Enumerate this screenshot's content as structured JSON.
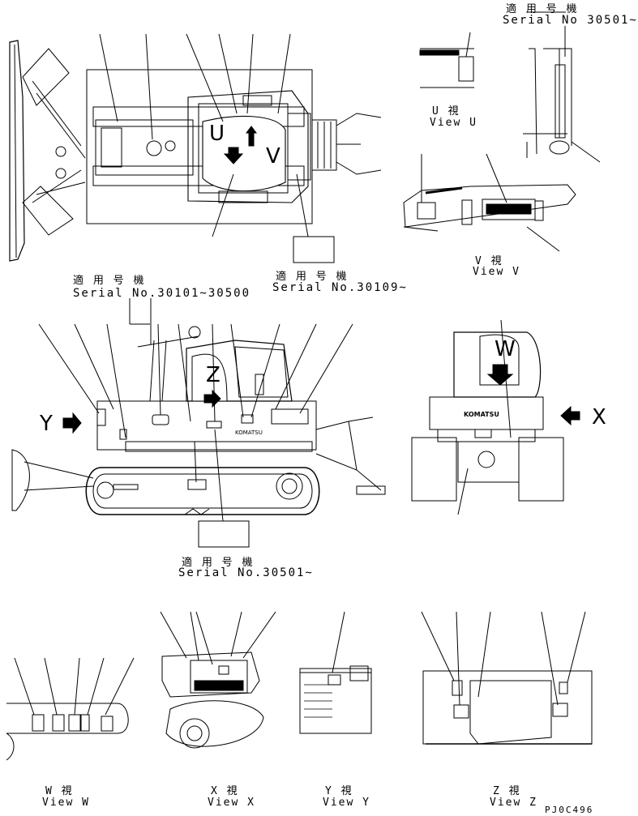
{
  "top_right_serial": {
    "jp": "適 用 号 機",
    "en": "Serial No 30501~"
  },
  "top_view_serial_a": {
    "jp": "適 用 号 機",
    "en": "Serial No.30101~30500"
  },
  "top_view_serial_b": {
    "jp": "適 用 号 機",
    "en": "Serial No.30109~"
  },
  "side_view_serial": {
    "jp": "適 用 号 機",
    "en": "Serial No.30501~"
  },
  "view_u": {
    "jp": "U 視",
    "en": "View U"
  },
  "view_v": {
    "jp": "V 視",
    "en": "View V"
  },
  "view_w": {
    "jp": "W 視",
    "en": "View W"
  },
  "view_x": {
    "jp": "X 視",
    "en": "View X"
  },
  "view_y": {
    "jp": "Y 視",
    "en": "View Y"
  },
  "view_z": {
    "jp": "Z 視",
    "en": "View Z"
  },
  "markers": {
    "u": "U",
    "v": "V",
    "w": "W",
    "x": "X",
    "y": "Y",
    "z": "Z"
  },
  "brand": "KOMATSU",
  "drawing_code": "PJ0C496"
}
